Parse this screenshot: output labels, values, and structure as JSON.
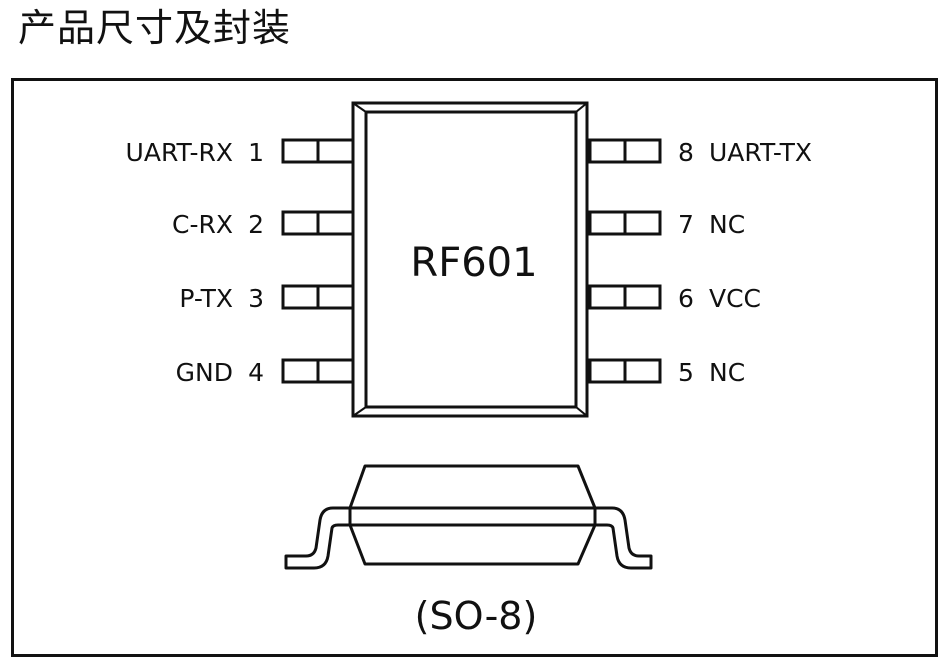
{
  "title": "产品尺寸及封装",
  "chip": {
    "name": "RF601",
    "package": "(SO-8)"
  },
  "left_pins": [
    {
      "label": "UART-RX",
      "number": "1"
    },
    {
      "label": "C-RX",
      "number": "2"
    },
    {
      "label": "P-TX",
      "number": "3"
    },
    {
      "label": "GND",
      "number": "4"
    }
  ],
  "right_pins": [
    {
      "label": "UART-TX",
      "number": "8"
    },
    {
      "label": "NC",
      "number": "7"
    },
    {
      "label": "VCC",
      "number": "6"
    },
    {
      "label": "NC",
      "number": "5"
    }
  ]
}
